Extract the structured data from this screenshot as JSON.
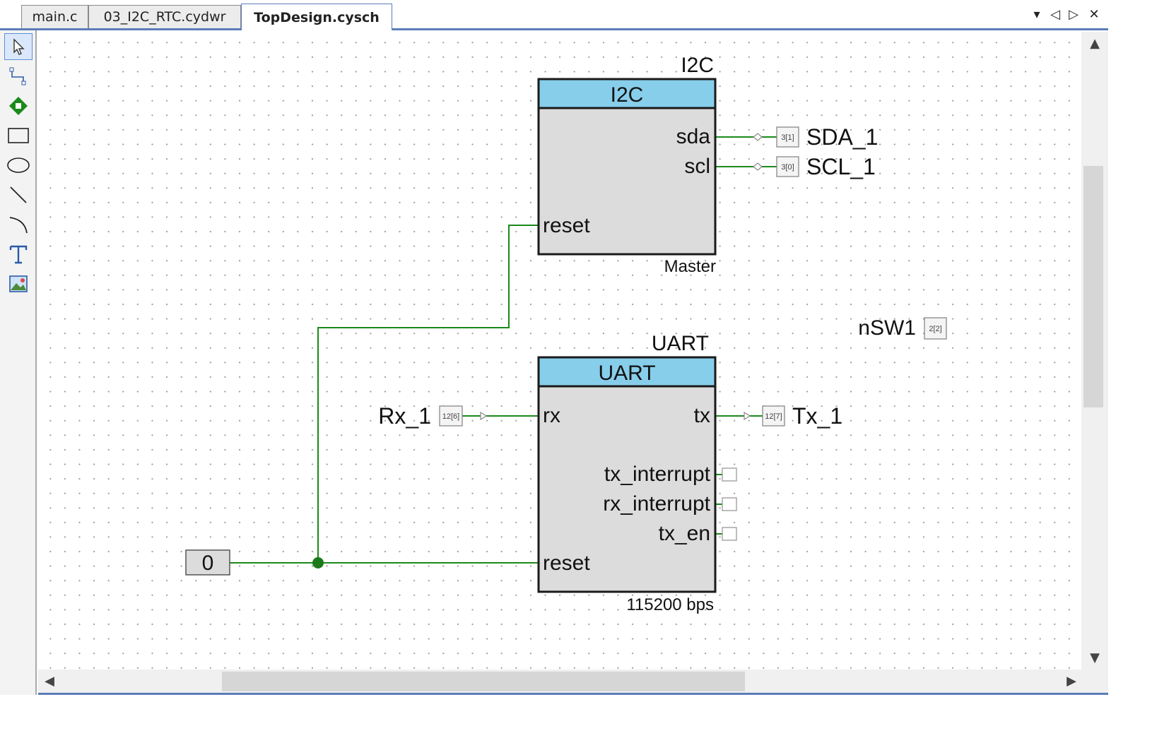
{
  "tabs": [
    {
      "label": "main.c"
    },
    {
      "label": "03_I2C_RTC.cydwr"
    },
    {
      "label": "TopDesign.cysch"
    }
  ],
  "tab_controls": {
    "dropdown": "▾",
    "prev": "◁",
    "next": "▷",
    "close": "✕"
  },
  "toolbox": {
    "tools": [
      "pointer-tool",
      "wire-tool",
      "component-tool",
      "rectangle-tool",
      "ellipse-tool",
      "line-tool",
      "arc-tool",
      "text-tool",
      "image-tool"
    ]
  },
  "schematic": {
    "i2c": {
      "instance_name": "I2C",
      "header": "I2C",
      "pins": {
        "sda": "sda",
        "scl": "scl",
        "reset": "reset"
      },
      "footer": "Master"
    },
    "uart": {
      "instance_name": "UART",
      "header": "UART",
      "pins": {
        "rx": "rx",
        "tx": "tx",
        "tx_interrupt": "tx_interrupt",
        "rx_interrupt": "rx_interrupt",
        "tx_en": "tx_en",
        "reset": "reset"
      },
      "footer": "115200 bps"
    },
    "ports": {
      "sda": {
        "name": "SDA_1",
        "pin": "3[1]"
      },
      "scl": {
        "name": "SCL_1",
        "pin": "3[0]"
      },
      "rx": {
        "name": "Rx_1",
        "pin": "12[6]"
      },
      "tx": {
        "name": "Tx_1",
        "pin": "12[7]"
      },
      "nsw1": {
        "name": "nSW1",
        "pin": "2[2]"
      }
    },
    "constant": {
      "value": "0"
    },
    "colors": {
      "wire": "#1a8a1a",
      "header": "#87ceeb",
      "body": "#dcdcdc",
      "pin_box": "#f4f4f4"
    }
  },
  "scrollbars": {
    "up": "▲",
    "down": "▼",
    "left": "◀",
    "right": "▶"
  }
}
